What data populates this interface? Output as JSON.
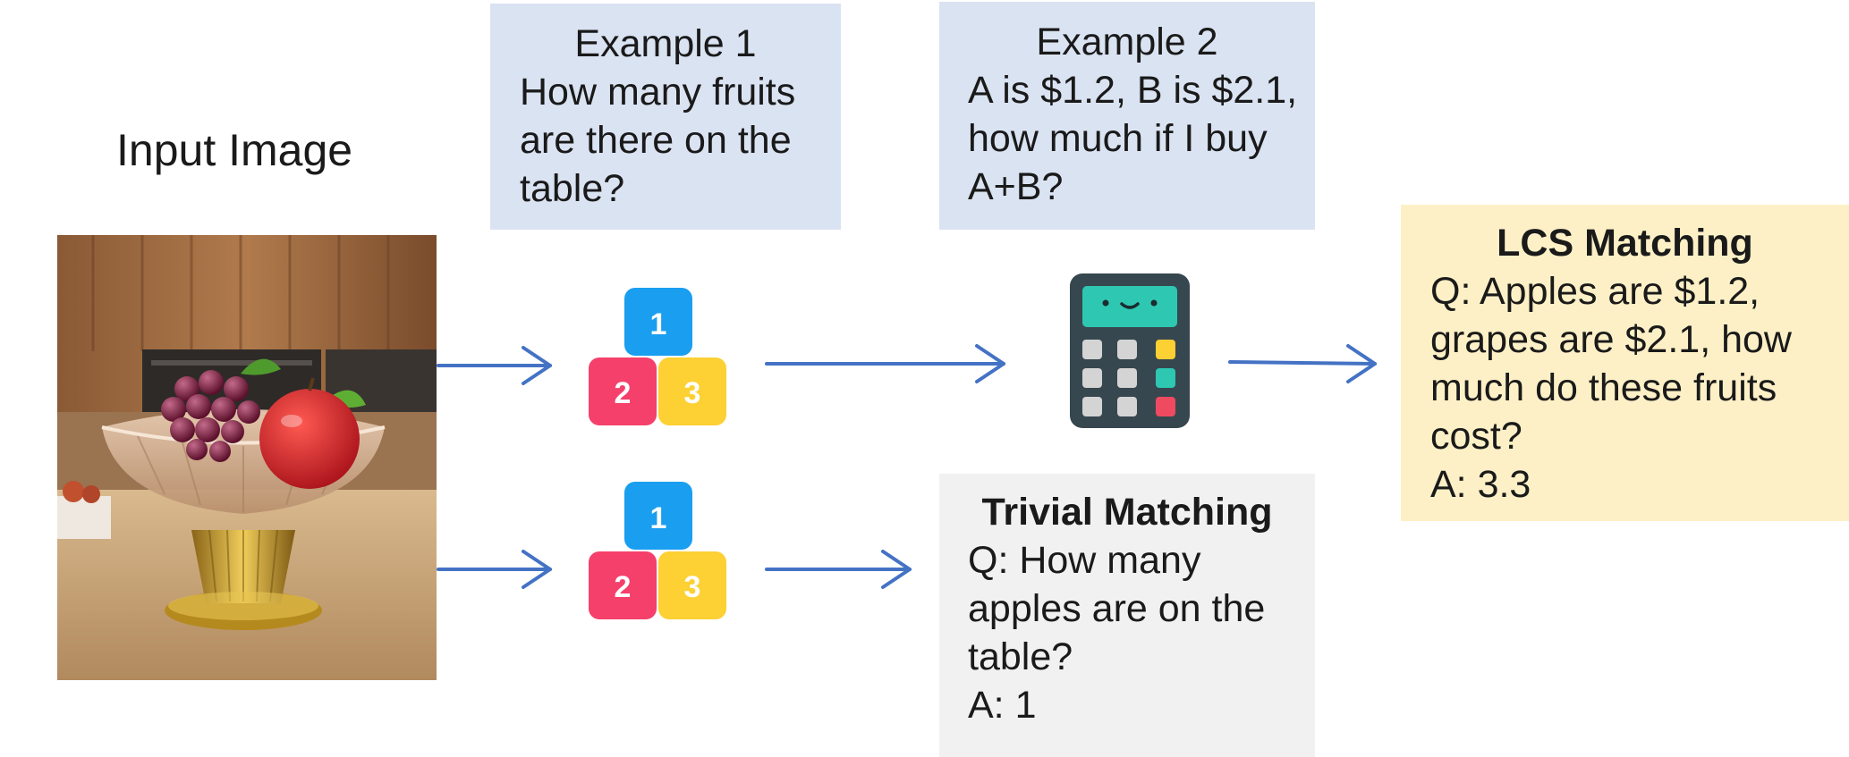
{
  "input_image": {
    "title": "Input Image"
  },
  "example1": {
    "heading": "Example 1",
    "lines": [
      "How many fruits",
      "are there on the",
      "table?"
    ]
  },
  "example2": {
    "heading": "Example 2",
    "lines": [
      "A is $1.2, B is $2.1,",
      "how much if I buy",
      "A+B?"
    ]
  },
  "lcs": {
    "title": "LCS Matching",
    "lines": [
      "Q: Apples are $1.2,",
      "grapes are $2.1, how",
      "much do these fruits",
      "cost?",
      "A: 3.3"
    ]
  },
  "trivial": {
    "title": "Trivial Matching",
    "lines": [
      "Q: How many",
      "apples are on the",
      "table?",
      "A: 1"
    ]
  },
  "number_icon": {
    "digits": [
      "1",
      "2",
      "3"
    ],
    "colors": [
      "#1a9ef0",
      "#f5406b",
      "#fdd033"
    ]
  },
  "calculator_icon": {
    "name": "calculator-icon",
    "colors": {
      "body": "#37474f",
      "screen": "#2ec7b2",
      "key": "#d4d4d4",
      "key_yellow": "#fdd033",
      "key_teal": "#2ec7b2",
      "key_red": "#ef4a5f"
    }
  },
  "arrow_color": "#4472c4",
  "box_colors": {
    "example": "#dae3f2",
    "lcs": "#fdf0c6",
    "trivial": "#f1f1f1"
  }
}
